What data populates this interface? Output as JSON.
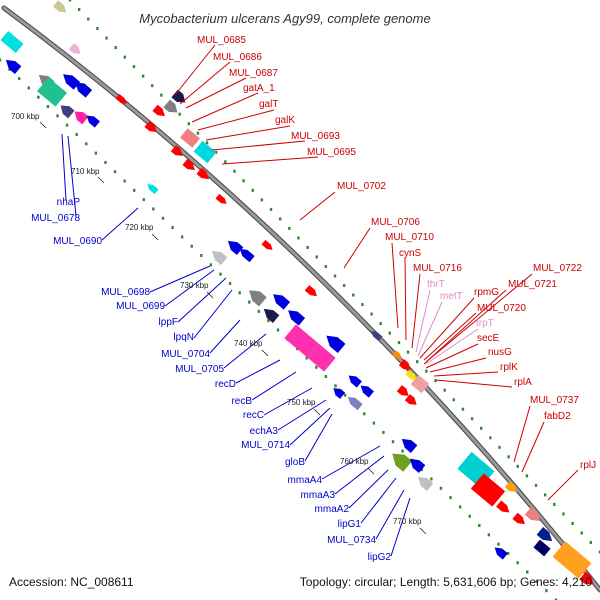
{
  "title": "Mycobacterium ulcerans Agy99, complete genome",
  "footer": {
    "accession": "Accession: NC_008611",
    "summary": "Topology: circular; Length: 5,631,606 bp; Genes: 4,210"
  },
  "colors": {
    "backbone": "#9a9a9a",
    "tick": "#2d8a2d",
    "forward_label": "#cc0000",
    "reverse_label": "#0000cc",
    "rna_label": "#e08cc8"
  },
  "kbp_ticks": [
    {
      "pos": 700,
      "label": "700 kbp"
    },
    {
      "pos": 710,
      "label": "710 kbp"
    },
    {
      "pos": 720,
      "label": "720 kbp"
    },
    {
      "pos": 730,
      "label": "730 kbp"
    },
    {
      "pos": 740,
      "label": "740 kbp"
    },
    {
      "pos": 750,
      "label": "750 kbp"
    },
    {
      "pos": 760,
      "label": "760 kbp"
    },
    {
      "pos": 770,
      "label": "770 kbp"
    }
  ],
  "forward_labels": [
    {
      "name": "MUL_0685",
      "kind": "cds"
    },
    {
      "name": "MUL_0686",
      "kind": "cds"
    },
    {
      "name": "MUL_0687",
      "kind": "cds"
    },
    {
      "name": "gatA_1",
      "kind": "cds"
    },
    {
      "name": "galT",
      "kind": "cds"
    },
    {
      "name": "galK",
      "kind": "cds"
    },
    {
      "name": "MUL_0693",
      "kind": "cds"
    },
    {
      "name": "MUL_0695",
      "kind": "cds"
    },
    {
      "name": "MUL_0702",
      "kind": "cds"
    },
    {
      "name": "MUL_0706",
      "kind": "cds"
    },
    {
      "name": "MUL_0710",
      "kind": "cds"
    },
    {
      "name": "cynS",
      "kind": "cds"
    },
    {
      "name": "MUL_0716",
      "kind": "cds"
    },
    {
      "name": "thrT",
      "kind": "rna"
    },
    {
      "name": "metT",
      "kind": "rna"
    },
    {
      "name": "rpmG",
      "kind": "cds"
    },
    {
      "name": "MUL_0720",
      "kind": "cds"
    },
    {
      "name": "trpT",
      "kind": "rna"
    },
    {
      "name": "secE",
      "kind": "cds"
    },
    {
      "name": "nusG",
      "kind": "cds"
    },
    {
      "name": "rplK",
      "kind": "cds"
    },
    {
      "name": "rplA",
      "kind": "cds"
    },
    {
      "name": "MUL_0722",
      "kind": "cds"
    },
    {
      "name": "MUL_0721",
      "kind": "cds"
    },
    {
      "name": "MUL_0737",
      "kind": "cds"
    },
    {
      "name": "fabD2",
      "kind": "cds"
    },
    {
      "name": "rplJ",
      "kind": "cds"
    }
  ],
  "reverse_labels": [
    {
      "name": "nhaP"
    },
    {
      "name": "MUL_0678"
    },
    {
      "name": "MUL_0690"
    },
    {
      "name": "MUL_0698"
    },
    {
      "name": "MUL_0699"
    },
    {
      "name": "lppF"
    },
    {
      "name": "lpqN"
    },
    {
      "name": "MUL_0704"
    },
    {
      "name": "MUL_0705"
    },
    {
      "name": "recD"
    },
    {
      "name": "recB"
    },
    {
      "name": "recC"
    },
    {
      "name": "echA3"
    },
    {
      "name": "MUL_0714"
    },
    {
      "name": "gloB"
    },
    {
      "name": "mmaA4"
    },
    {
      "name": "mmaA3"
    },
    {
      "name": "mmaA2"
    },
    {
      "name": "lipG1"
    },
    {
      "name": "MUL_0734"
    },
    {
      "name": "lipG2"
    }
  ]
}
